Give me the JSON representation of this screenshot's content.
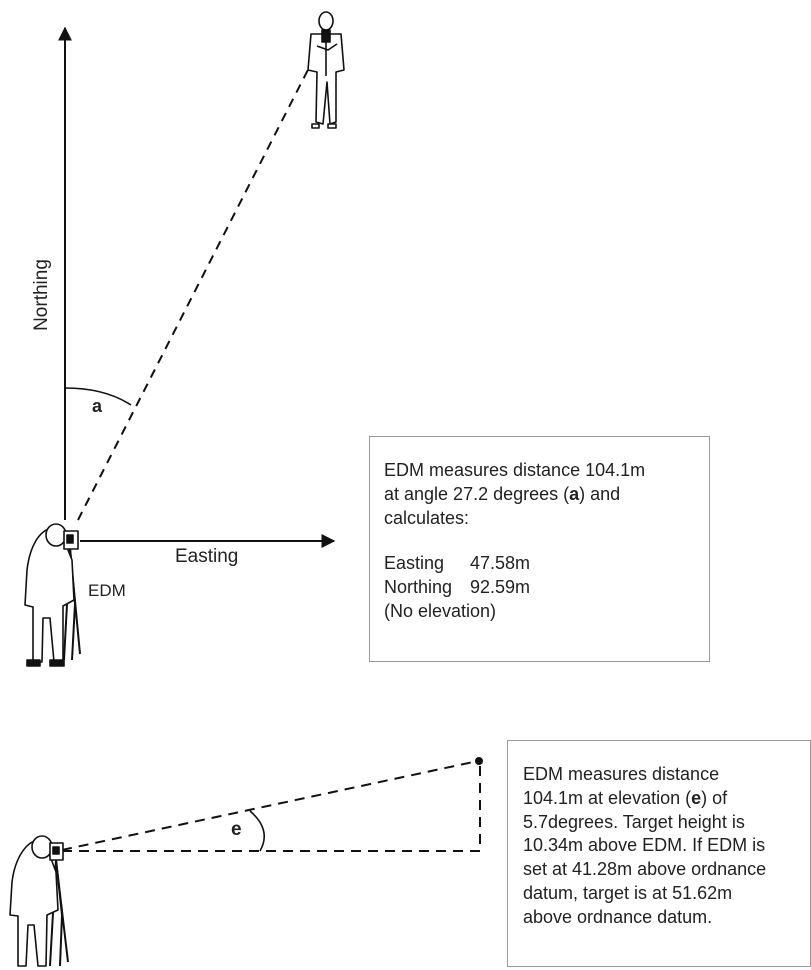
{
  "plan": {
    "axis_north_label": "Northing",
    "axis_east_label": "Easting",
    "angle_label": "a",
    "instrument_label": "EDM",
    "box": {
      "line1": "EDM measures distance 104.1m",
      "line2_pre": "at angle 27.2 degrees (",
      "line2_bold": "a",
      "line2_post": ") and",
      "line3": "calculates:",
      "easting_label": "Easting",
      "easting_value": "47.58m",
      "northing_label": "Northing",
      "northing_value": "92.59m",
      "note": "(No elevation)"
    }
  },
  "elevation": {
    "angle_label": "e",
    "box": {
      "line1": "EDM measures distance",
      "line2_pre": "104.1m at elevation (",
      "line2_bold": "e",
      "line2_post": ") of",
      "line3": "5.7degrees. Target height is",
      "line4": "10.34m above EDM. If EDM is",
      "line5": "set at 41.28m above ordnance",
      "line6": "datum, target is at 51.62m",
      "line7": "above ordnance datum."
    }
  }
}
